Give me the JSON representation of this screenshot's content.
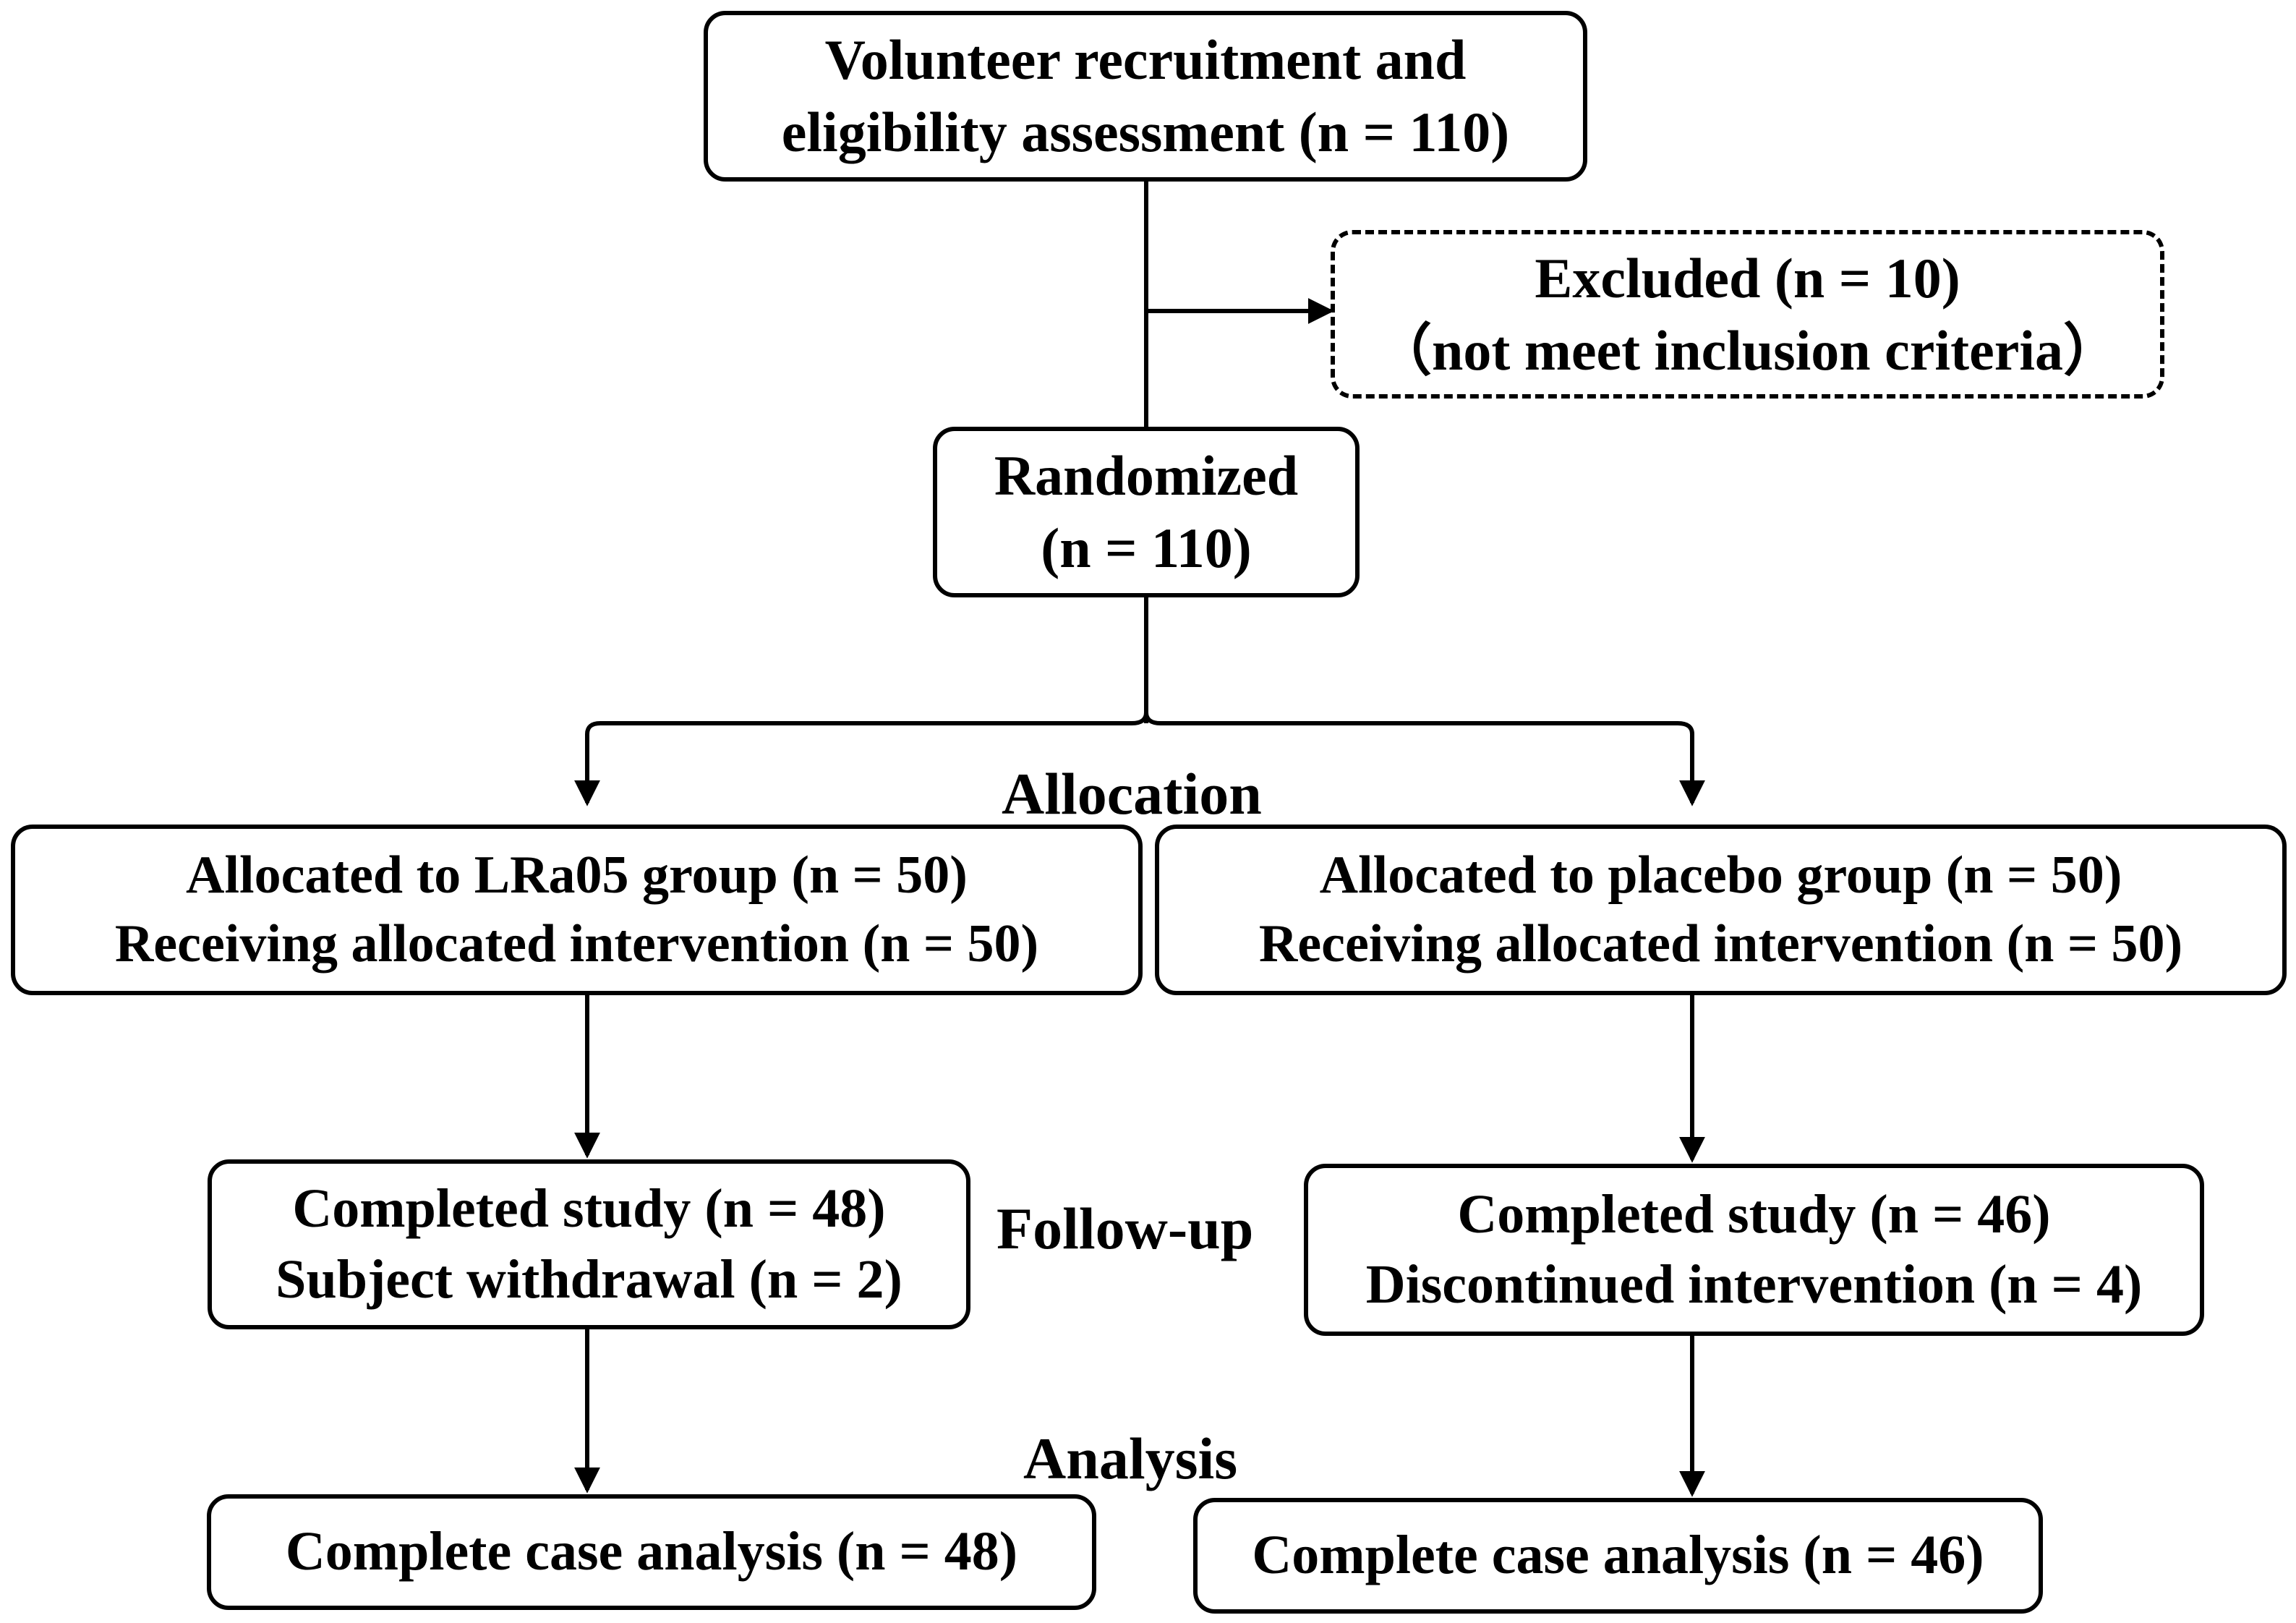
{
  "boxes": {
    "recruitment": {
      "line1": "Volunteer recruitment and",
      "line2": "eligibility assessment (n = 110)"
    },
    "excluded": {
      "line1": "Excluded (n = 10)",
      "line2": "（not meet inclusion criteria）"
    },
    "randomized": {
      "line1": "Randomized",
      "line2": "(n = 110)"
    },
    "lra05_allocation": {
      "line1": "Allocated to LRa05 group (n = 50)",
      "line2": "Receiving allocated intervention (n = 50)"
    },
    "placebo_allocation": {
      "line1": "Allocated to placebo group (n = 50)",
      "line2": "Receiving allocated intervention (n = 50)"
    },
    "lra05_followup": {
      "line1": "Completed study (n = 48)",
      "line2": "Subject withdrawal (n = 2)"
    },
    "placebo_followup": {
      "line1": "Completed study (n = 46)",
      "line2": "Discontinued intervention (n = 4)"
    },
    "lra05_analysis": {
      "line1": "Complete case analysis (n = 48)"
    },
    "placebo_analysis": {
      "line1": "Complete case analysis (n = 46)"
    }
  },
  "stages": {
    "allocation": "Allocation",
    "followup": "Follow-up",
    "analysis": "Analysis"
  }
}
